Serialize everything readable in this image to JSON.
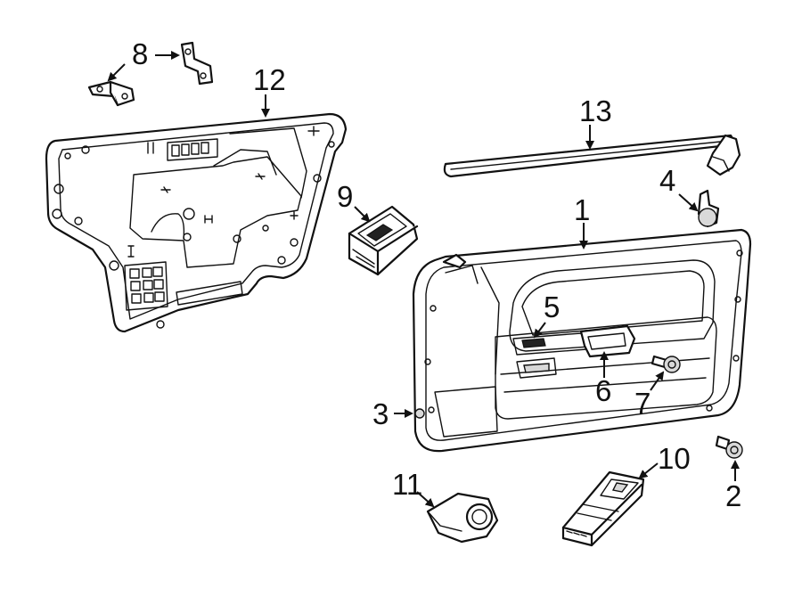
{
  "callouts": [
    {
      "id": "1",
      "label": "1"
    },
    {
      "id": "2",
      "label": "2"
    },
    {
      "id": "3",
      "label": "3"
    },
    {
      "id": "4",
      "label": "4"
    },
    {
      "id": "5",
      "label": "5"
    },
    {
      "id": "6",
      "label": "6"
    },
    {
      "id": "7",
      "label": "7"
    },
    {
      "id": "8",
      "label": "8"
    },
    {
      "id": "9",
      "label": "9"
    },
    {
      "id": "10",
      "label": "10"
    },
    {
      "id": "11",
      "label": "11"
    },
    {
      "id": "12",
      "label": "12"
    },
    {
      "id": "13",
      "label": "13"
    }
  ],
  "colors": {
    "line": "#111111",
    "background": "#ffffff",
    "shade": "#d9d9d9"
  }
}
